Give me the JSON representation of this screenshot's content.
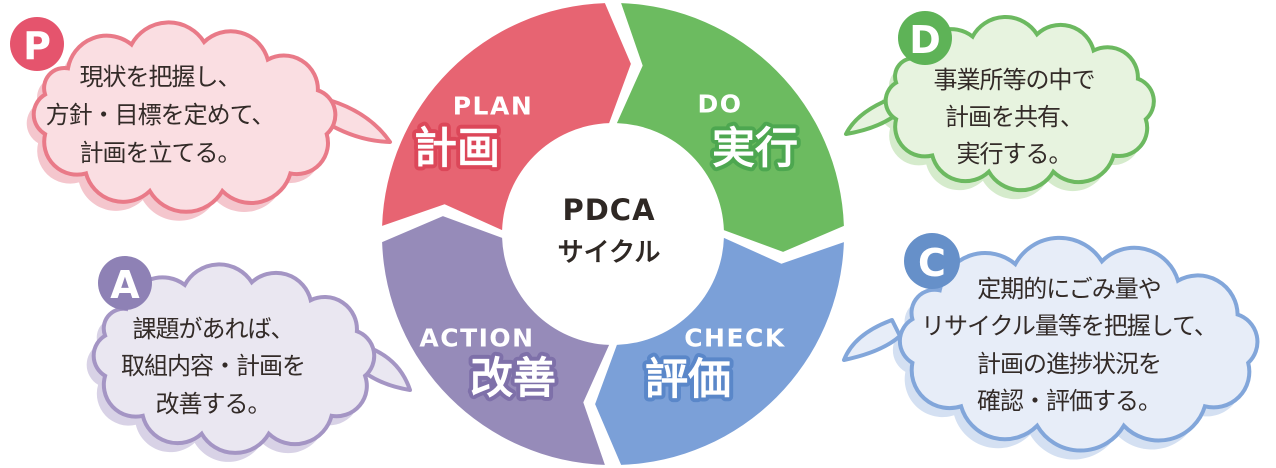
{
  "title": {
    "line1": "PDCA",
    "line2": "サイクル"
  },
  "colors": {
    "bubble_text": "#332b28",
    "center_text": "#2f2824",
    "background": "#ffffff"
  },
  "segments": [
    {
      "id": "plan",
      "en": "PLAN",
      "ja": "計画",
      "color": "#e76472",
      "outline": "#dc4759"
    },
    {
      "id": "do",
      "en": "DO",
      "ja": "実行",
      "color": "#6cbb60",
      "outline": "#4da750"
    },
    {
      "id": "check",
      "en": "CHECK",
      "ja": "評価",
      "color": "#7ba0d8",
      "outline": "#5a87c9"
    },
    {
      "id": "action",
      "en": "ACTION",
      "ja": "改善",
      "color": "#968bb9",
      "outline": "#7e70a9"
    }
  ],
  "bubbles": [
    {
      "id": "plan",
      "letter": "P",
      "accent": "#e5546d",
      "fill": "#fadee2",
      "stroke": "#e97a88",
      "shadow": "#f4c6cd",
      "lines": [
        "現状を把握し、",
        "方針・目標を定めて、",
        "計画を立てる。"
      ]
    },
    {
      "id": "do",
      "letter": "D",
      "accent": "#5eb357",
      "fill": "#e7f3df",
      "stroke": "#6cb960",
      "shadow": "#d5ebcc",
      "lines": [
        "事業所等の中で",
        "計画を共有、",
        "実行する。"
      ]
    },
    {
      "id": "action",
      "letter": "A",
      "accent": "#8e81b5",
      "fill": "#eae7f1",
      "stroke": "#a495c4",
      "shadow": "#d8d2e6",
      "lines": [
        "課題があれば、",
        "取組内容・計画を",
        "改善する。"
      ]
    },
    {
      "id": "check",
      "letter": "C",
      "accent": "#6690c9",
      "fill": "#e7edf8",
      "stroke": "#82a6da",
      "shadow": "#d4e0f2",
      "lines": [
        "定期的にごみ量や",
        "リサイクル量等を把握して、",
        "計画の進捗状況を",
        "確認・評価する。"
      ]
    }
  ]
}
